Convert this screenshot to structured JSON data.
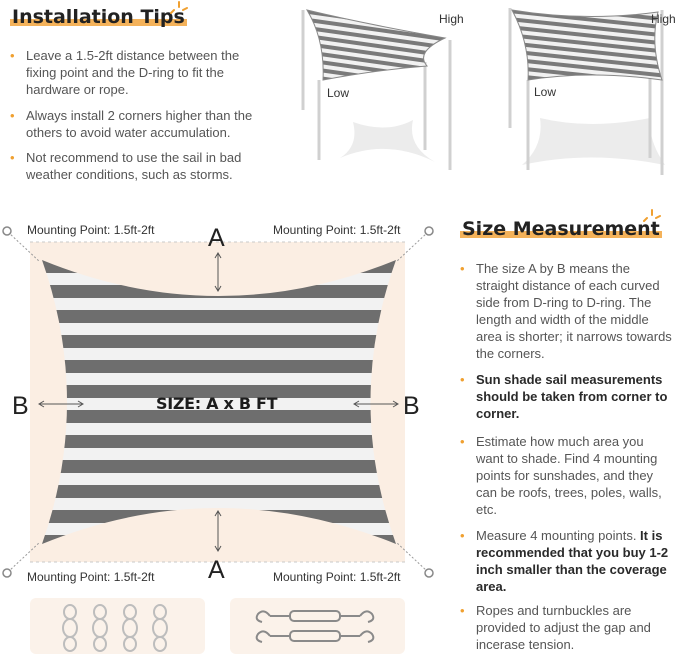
{
  "installation": {
    "title": "Installation Tips",
    "tips": [
      "Leave a 1.5-2ft distance between the fixing point and the D-ring to fit the hardware or rope.",
      "Always install 2 corners higher than the others to avoid water accumulation.",
      "Not recommend to use the sail in bad weather conditions, such as storms."
    ]
  },
  "illustrations": {
    "left": {
      "high": "High",
      "low": "Low"
    },
    "right": {
      "high": "High",
      "low": "Low"
    }
  },
  "diagram": {
    "mounting_point_labels": [
      "Mounting Point: 1.5ft-2ft",
      "Mounting Point: 1.5ft-2ft",
      "Mounting Point: 1.5ft-2ft",
      "Mounting Point: 1.5ft-2ft"
    ],
    "side_a": "A",
    "side_b": "B",
    "size_label": "SIZE: A x B FT",
    "colors": {
      "stripe_dark": "#6e6e6e",
      "stripe_light": "#f2f2f2",
      "background": "#fbeee3",
      "accent": "#f0a030"
    }
  },
  "size_measurement": {
    "title": "Size Measurement",
    "items": [
      {
        "text": "The size A by B means the straight distance of each curved side from D-ring to D-ring. The length and width of the middle area is shorter; it narrows towards the corners.",
        "bold": ""
      },
      {
        "text": "",
        "bold": "Sun shade sail measurements should be taken from corner to corner."
      },
      {
        "text": "Estimate how much area you want to shade. Find 4 mounting points for sunshades, and they can be roofs, trees, poles, walls, etc.",
        "bold": ""
      },
      {
        "text": "Measure 4 mounting points. ",
        "bold": "It is recommended that you buy 1-2 inch smaller than the coverage area."
      },
      {
        "text": "Ropes and turnbuckles are provided to adjust the gap and incerase tension.",
        "bold": ""
      }
    ]
  },
  "accessories": {
    "ropes_icon": "rope-coil-icon",
    "hardware_icon": "turnbuckle-hook-icon"
  }
}
